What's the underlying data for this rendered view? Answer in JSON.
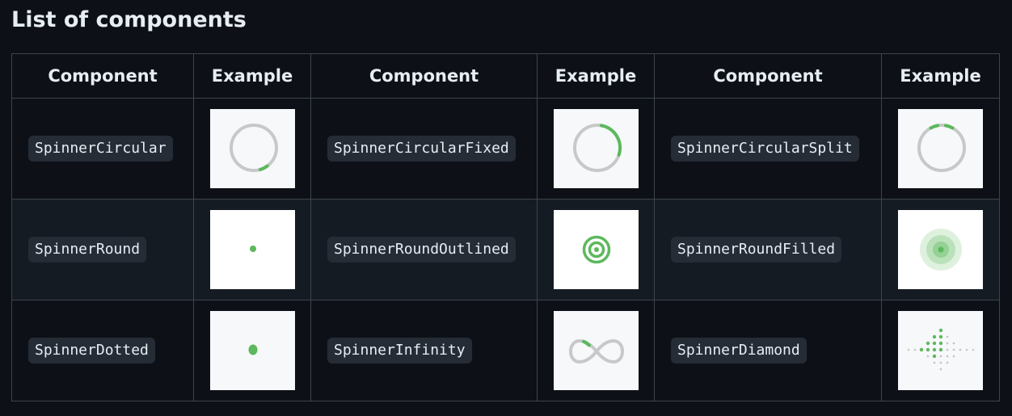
{
  "page": {
    "title": "List of components"
  },
  "table": {
    "headers": [
      "Component",
      "Example",
      "Component",
      "Example",
      "Component",
      "Example"
    ],
    "rows": [
      [
        "SpinnerCircular",
        "SpinnerCircularFixed",
        "SpinnerCircularSplit"
      ],
      [
        "SpinnerRound",
        "SpinnerRoundOutlined",
        "SpinnerRoundFilled"
      ],
      [
        "SpinnerDotted",
        "SpinnerInfinity",
        "SpinnerDiamond"
      ]
    ]
  },
  "colors": {
    "page_background": "#0d1117",
    "row_alt_background": "#151b23",
    "border": "#3d444d",
    "code_background": "#262c36",
    "spinner_accent": "#5cb85c",
    "spinner_track": "#c8c8c8"
  },
  "icons": [
    [
      "spinner-circular-icon",
      "spinner-circular-fixed-icon",
      "spinner-circular-split-icon"
    ],
    [
      "spinner-round-icon",
      "spinner-round-outlined-icon",
      "spinner-round-filled-icon"
    ],
    [
      "spinner-dotted-icon",
      "spinner-infinity-icon",
      "spinner-diamond-icon"
    ]
  ]
}
